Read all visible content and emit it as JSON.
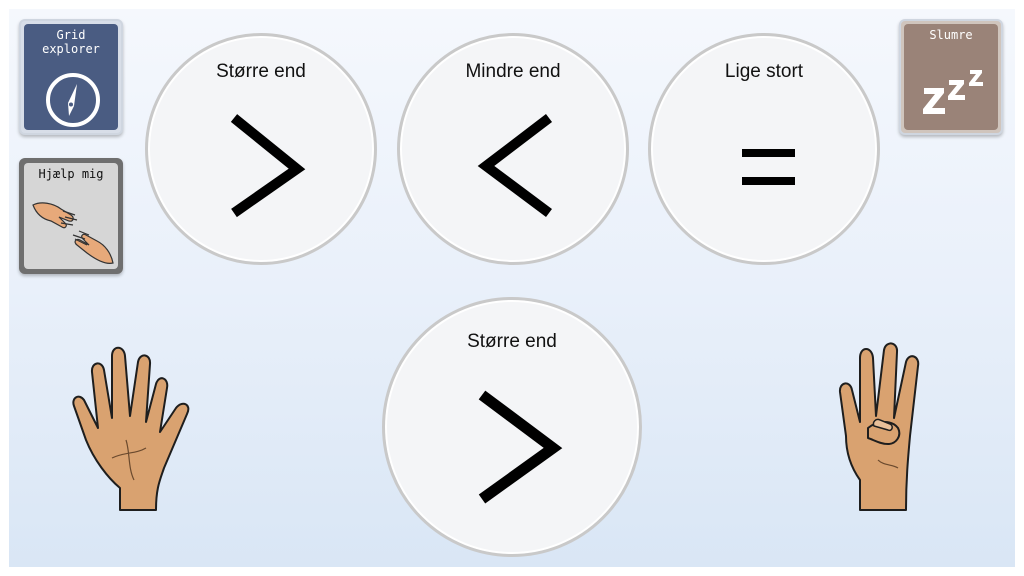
{
  "sidebar": {
    "grid_explorer_label": "Grid\nexplorer",
    "help_label": "Hjælp mig"
  },
  "topbar": {
    "snooze_label": "Slumre"
  },
  "choices": [
    {
      "label": "Større end",
      "symbol": ">"
    },
    {
      "label": "Mindre end",
      "symbol": "<"
    },
    {
      "label": "Lige stort",
      "symbol": "="
    }
  ],
  "answer": {
    "label": "Større end",
    "symbol": ">"
  },
  "comparison": {
    "left_fingers": 5,
    "right_fingers": 4
  },
  "icons": {
    "grid_explorer": "compass-icon",
    "help": "helping-hands-icon",
    "snooze": "zzz-icon"
  },
  "colors": {
    "grid_tile": "#4a5c82",
    "help_tile": "#d6d6d6",
    "snooze_tile": "#9a8378",
    "skin": "#d9a270"
  }
}
